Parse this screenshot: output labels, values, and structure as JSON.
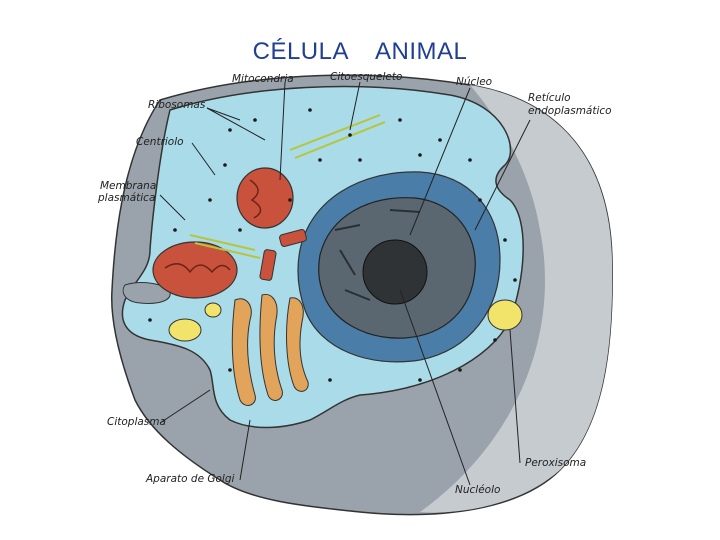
{
  "title": "CÉLULA    ANIMAL",
  "labels": {
    "mitocondria": "Mitocondria",
    "citoesqueleto": "Citoesqueleto",
    "nucleo": "Núcleo",
    "reticulo_1": "Retículo",
    "reticulo_2": "endoplasmático",
    "ribosomas": "Ribosomas",
    "centriolo": "Centriolo",
    "membrana_1": "Membrana",
    "membrana_2": "plasmática",
    "citoplasma": "Citoplasma",
    "aparato_golgi": "Aparato de Golgi",
    "peroxisoma": "Peroxisoma",
    "nucleolo": "Nucléolo"
  },
  "colors": {
    "title": "#1f3f93",
    "cytoplasm": "#a9dbe9",
    "outer_shell": "#9aa3ab",
    "nucleus_envelope": "#4a7da8",
    "nucleus": "#5a6770",
    "nucleolus": "#2f3336",
    "mitochondria": "#c8523c",
    "golgi": "#e2a35a",
    "peroxisome": "#f2e36b"
  }
}
